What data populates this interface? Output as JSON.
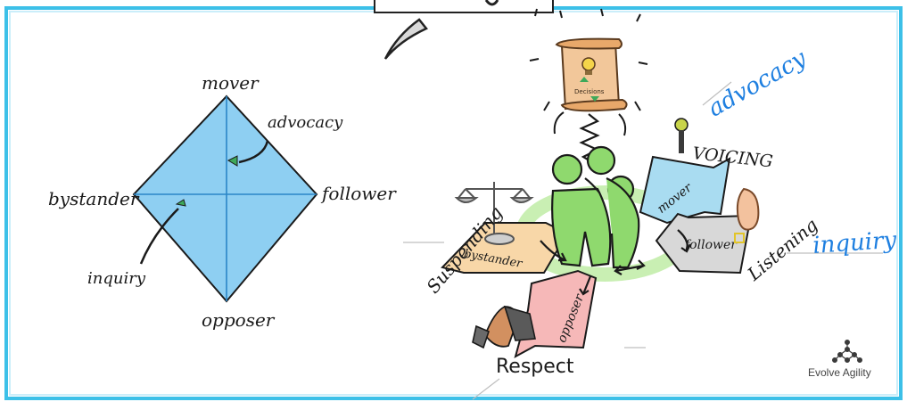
{
  "colors": {
    "frame": "#3cc0e8",
    "diamond_fill": "#8ecff2",
    "diamond_line": "#1a1a1a",
    "axis": "#2a86c7",
    "marker": "#3ea95a",
    "blue_text": "#1e7fe0",
    "green_figure": "#8fd96e",
    "panel_blue": "#a9dcf1",
    "panel_orange": "#f8d7a8",
    "panel_pink": "#f6b8b8",
    "panel_gray": "#d8d8d8",
    "scroll": "#f2c79a"
  },
  "diamond": {
    "mover": "mover",
    "follower": "follower",
    "opposer": "opposer",
    "bystander": "bystander",
    "advocacy": "advocacy",
    "inquiry": "inquiry"
  },
  "illustration": {
    "advocacy": "advocacy",
    "inquiry": "inquiry",
    "voicing": "VOICING",
    "listening": "Listening",
    "suspending": "Suspending",
    "respect": "Respect",
    "mover_tag": "mover",
    "follower_tag": "follower",
    "bystander_tag": "bystander",
    "opposer_tag": "opposer",
    "scroll_text": "Decisions"
  },
  "brand": {
    "name": "Evolve Agility",
    "icon": "network-molecule-icon"
  }
}
